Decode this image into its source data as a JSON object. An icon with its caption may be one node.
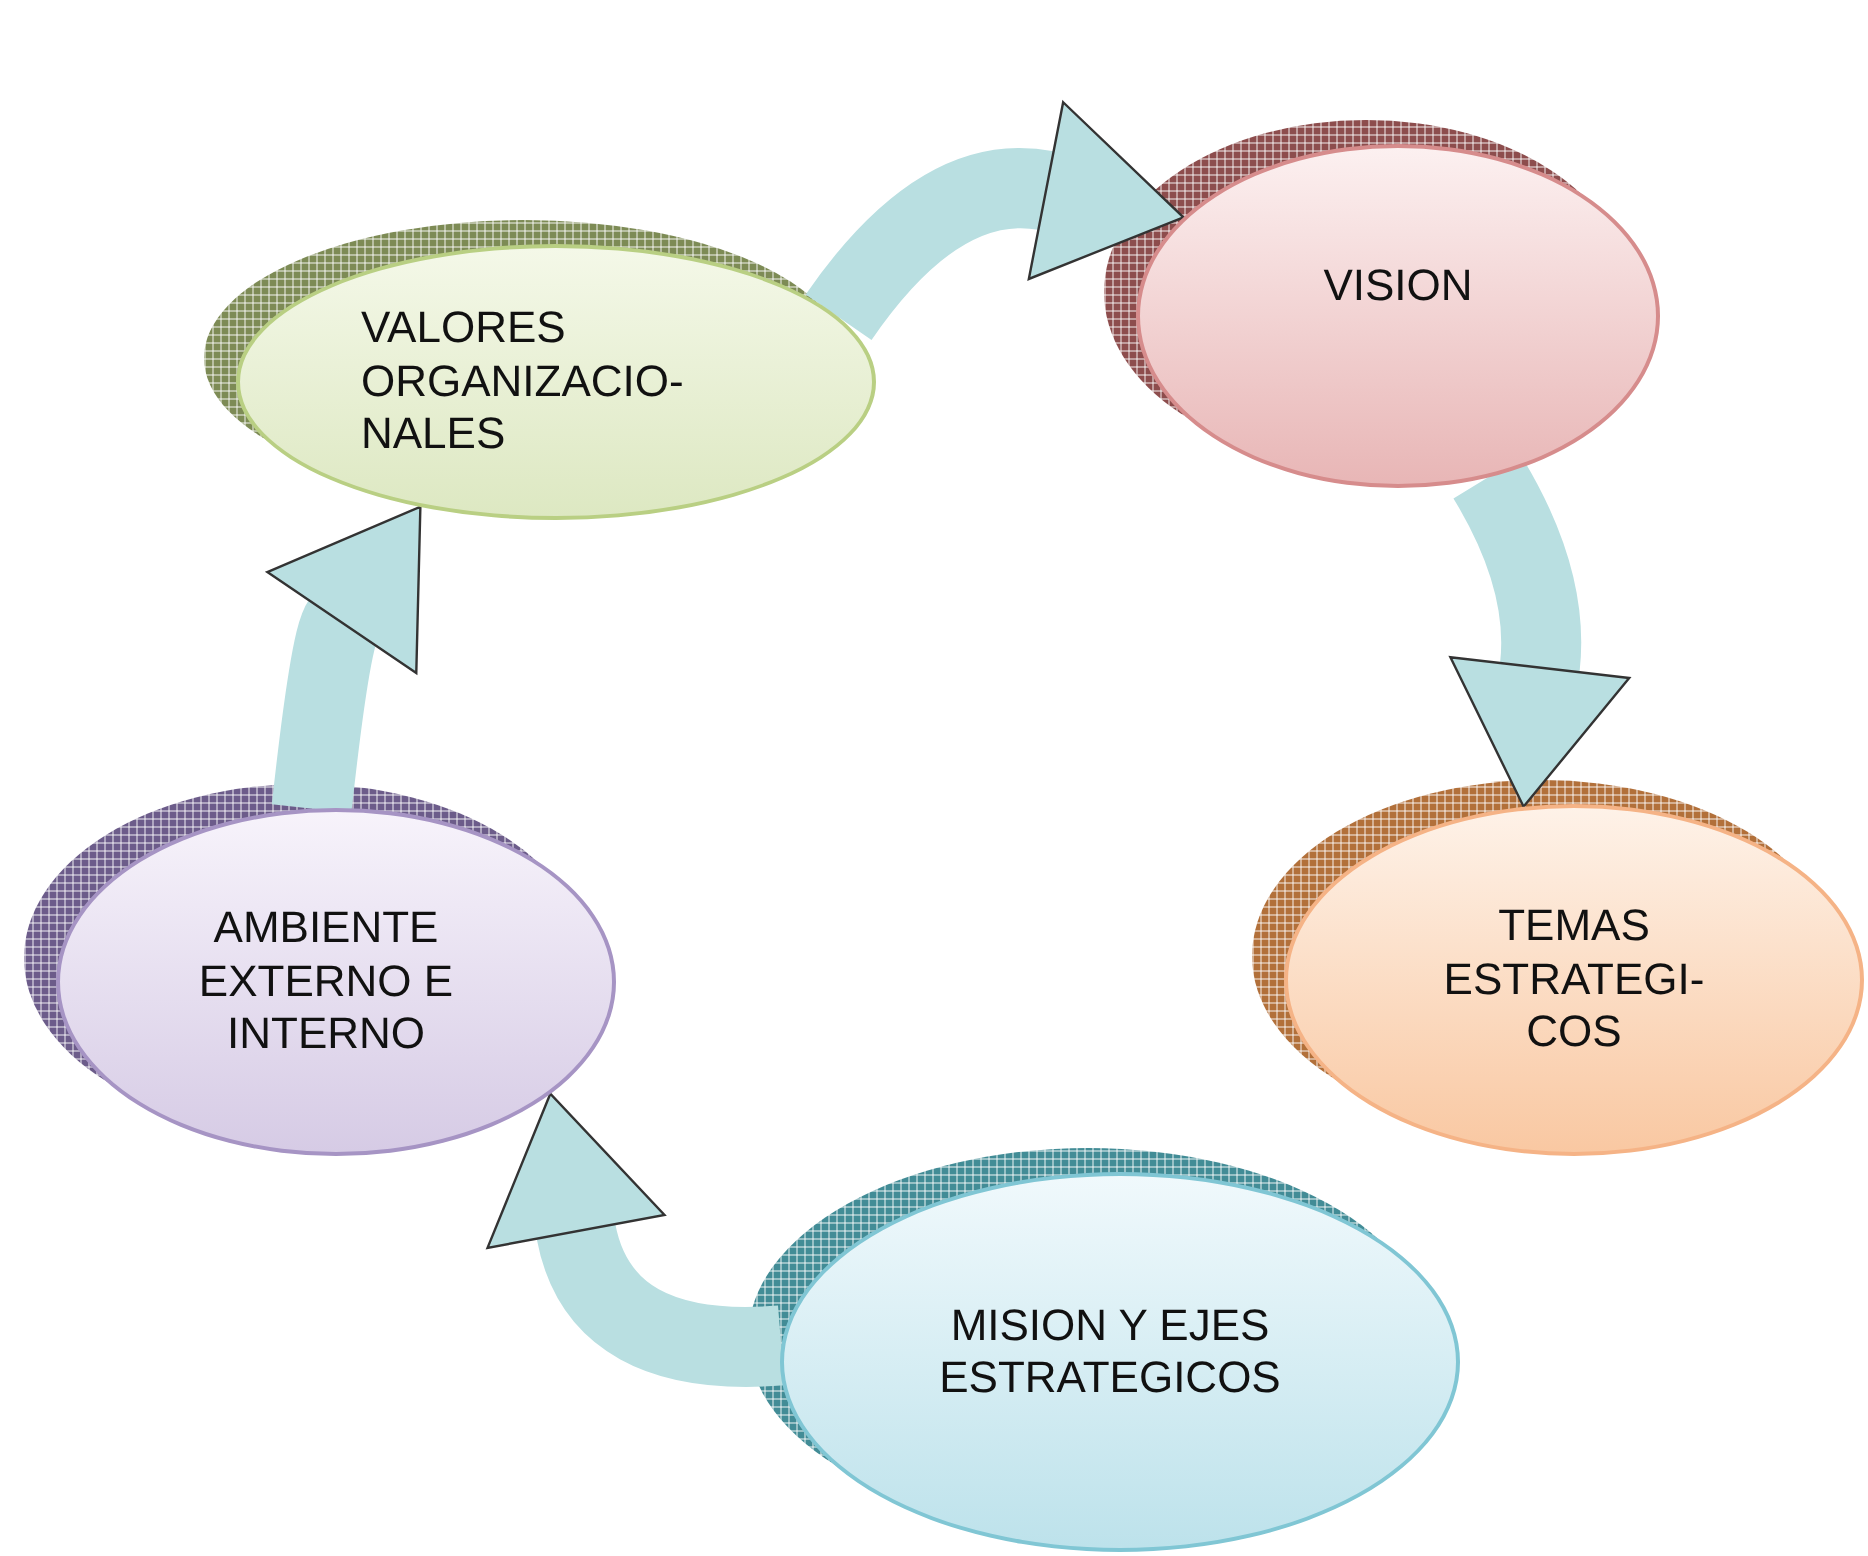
{
  "diagram": {
    "nodes": [
      {
        "text": [
          "VALORES ORGANIZACIO- NALES"
        ]
      },
      {
        "text": [
          "VISION"
        ]
      },
      {
        "text": [
          "TEMAS ESTRATEGI- COS"
        ]
      },
      {
        "text": [
          "MISION Y EJES ESTRATEGICOS"
        ]
      },
      {
        "text": [
          "AMBIENTE EXTERNO E INTERNO"
        ]
      }
    ],
    "edges": [
      {
        "from": 0,
        "to": 1,
        "arrow": "to"
      },
      {
        "from": 1,
        "to": 2,
        "arrow": "to"
      },
      {
        "from": 3,
        "to": 4,
        "arrow": "to"
      },
      {
        "from": 4,
        "to": 0,
        "arrow": "to"
      }
    ]
  }
}
